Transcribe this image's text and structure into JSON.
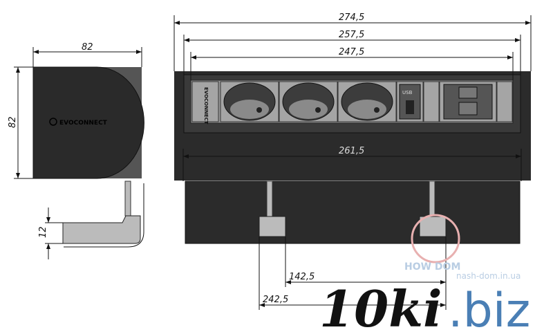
{
  "side_view": {
    "width_label": "82",
    "height_label": "82",
    "clamp_label": "12",
    "logo_text": "EVOCONNECT"
  },
  "front_view": {
    "outer_width_label": "274,5",
    "frame_width_label": "257,5",
    "insert_width_label": "247,5",
    "cutout_width_label": "261,5",
    "clamp_inner_label": "142,5",
    "clamp_outer_label": "242,5",
    "module_logo_text": "EVOCONNECT",
    "usb_label": "USB"
  },
  "watermarks": {
    "main": "10ki",
    "tld": ".biz",
    "secondary_title": "HOW DOM",
    "secondary_url": "nash-dom.in.ua"
  },
  "colors": {
    "body": "#2b2b2b",
    "panel": "#9a9a9a",
    "watermark_blue": "#4a7fb5"
  }
}
